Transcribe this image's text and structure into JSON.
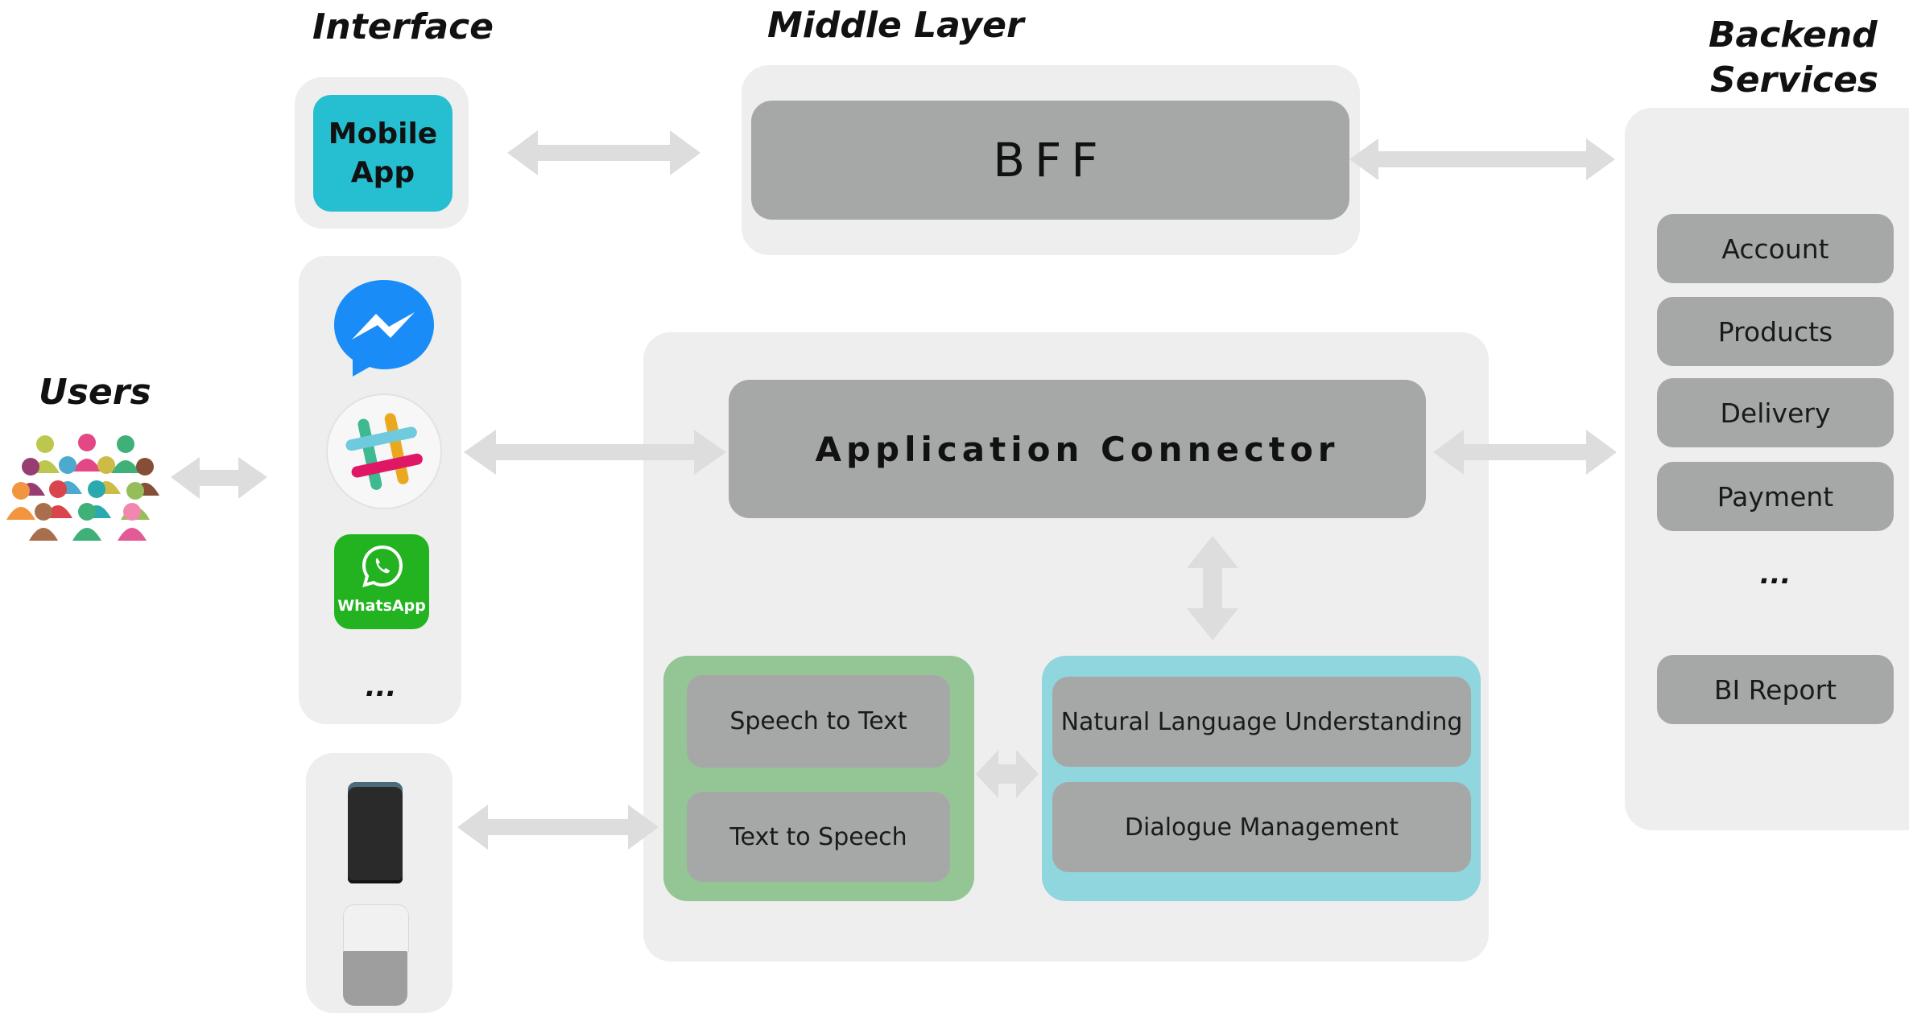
{
  "headings": {
    "interface": "Interface",
    "middle_layer": "Middle Layer",
    "backend_line1": "Backend",
    "backend_line2": "Services",
    "users": "Users"
  },
  "interface": {
    "mobile_app_line1": "Mobile",
    "mobile_app_line2": "App",
    "messaging_more": "...",
    "whatsapp_caption": "WhatsApp"
  },
  "middle": {
    "bff": "BFF",
    "connector": "Application Connector",
    "speech_to_text": "Speech to Text",
    "text_to_speech": "Text to Speech",
    "nlu": "Natural Language Understanding",
    "dialogue": "Dialogue Management"
  },
  "backend": {
    "services": [
      "Account",
      "Products",
      "Delivery",
      "Payment"
    ],
    "more": "...",
    "bi_report": "BI Report"
  },
  "colors": {
    "panel": "#eeeeee",
    "box": "#a6a8a7",
    "mobile_app": "#26bfd1",
    "speech_group": "#94c595",
    "nlu_group": "#90d6df",
    "arrow": "#dddddd",
    "messenger": "#1a8cf8",
    "whatsapp": "#24b320"
  }
}
